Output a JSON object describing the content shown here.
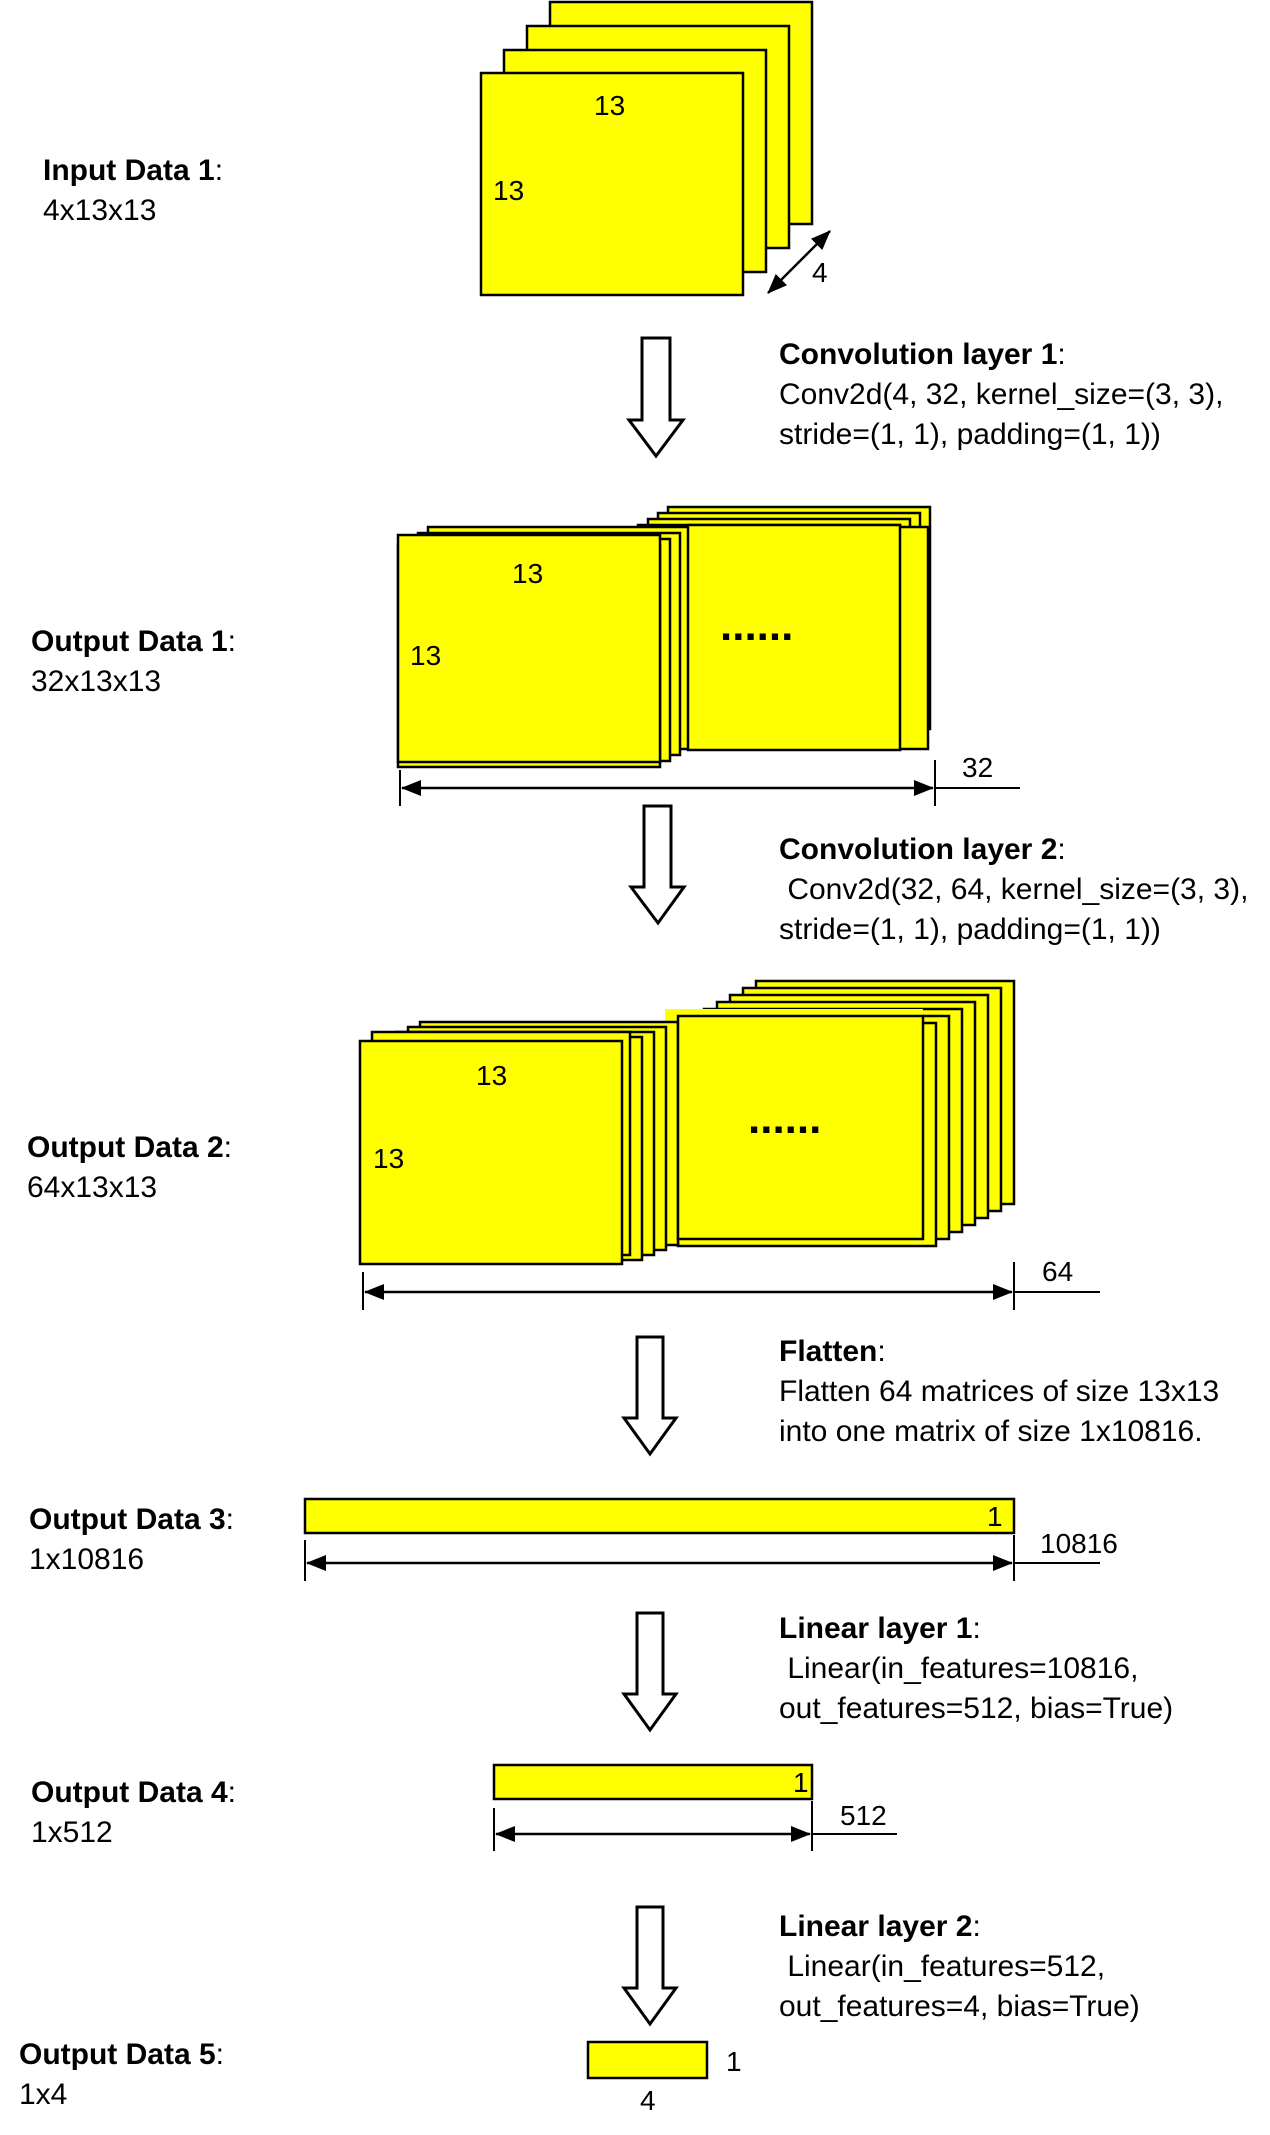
{
  "stages": [
    {
      "label_bold": "Input Data 1",
      "label_shape": "4x13x13",
      "height_label": "13",
      "width_label": "13",
      "depth_label": "4"
    },
    {
      "label_bold": "Output Data 1",
      "label_shape": "32x13x13",
      "height_label": "13",
      "width_label": "13",
      "depth_label": "32",
      "ellipsis": "......"
    },
    {
      "label_bold": "Output Data 2",
      "label_shape": "64x13x13",
      "height_label": "13",
      "width_label": "13",
      "depth_label": "64",
      "ellipsis": "......"
    },
    {
      "label_bold": "Output Data 3",
      "label_shape": "1x10816",
      "row_label": "1",
      "length_label": "10816"
    },
    {
      "label_bold": "Output Data 4",
      "label_shape": "1x512",
      "row_label": "1",
      "length_label": "512"
    },
    {
      "label_bold": "Output Data 5",
      "label_shape": "1x4",
      "row_label": "1",
      "length_label": "4"
    }
  ],
  "layers": [
    {
      "title": "Convolution layer 1",
      "lines": [
        "Conv2d(4, 32, kernel_size=(3, 3),",
        "stride=(1, 1), padding=(1, 1))"
      ]
    },
    {
      "title": "Convolution layer 2",
      "lines": [
        " Conv2d(32, 64, kernel_size=(3, 3),",
        "stride=(1, 1), padding=(1, 1))"
      ]
    },
    {
      "title": "Flatten",
      "lines": [
        "Flatten 64 matrices of size 13x13",
        "into one matrix of size 1x10816."
      ]
    },
    {
      "title": "Linear layer 1",
      "lines": [
        " Linear(in_features=10816,",
        "out_features=512, bias=True)"
      ]
    },
    {
      "title": "Linear layer 2",
      "lines": [
        " Linear(in_features=512,",
        "out_features=4, bias=True)"
      ]
    }
  ],
  "colors": {
    "sheet_fill": "#ffff00",
    "stroke": "#000000"
  },
  "icons": {
    "flow_arrow": "hollow-down-arrow-icon",
    "dimension_arrow": "double-headed-arrow-icon"
  }
}
